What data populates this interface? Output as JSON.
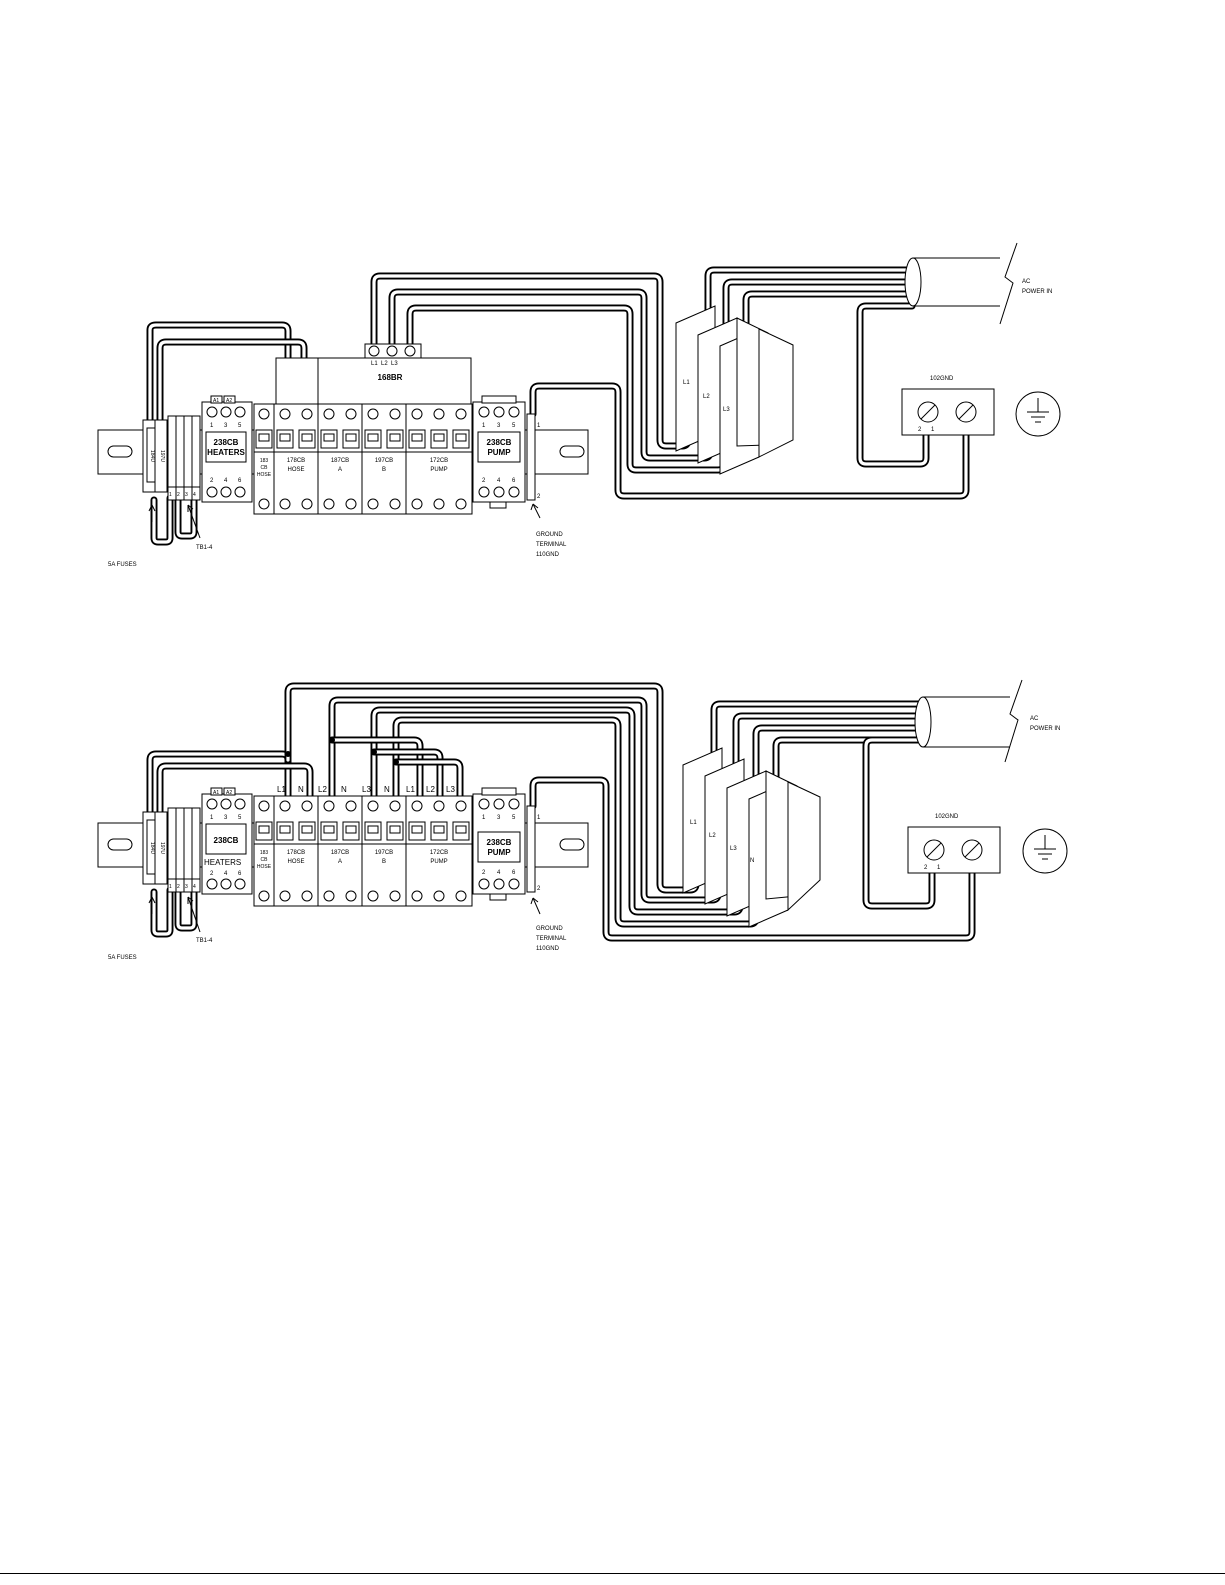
{
  "diagrams": [
    {
      "fuses_label": "5A FUSES",
      "terminal_block_label": "TB1-4",
      "ground_terminal": [
        "GROUND",
        "TERMINAL",
        "110GND"
      ],
      "ground_block_label": "102GND",
      "ac_label": [
        "AC",
        "POWER IN"
      ],
      "breaker_bank_label": "168BR",
      "bank_phase_labels": [
        "L1",
        "L2",
        "L3"
      ],
      "contactor_left": {
        "coil": [
          "A1",
          "A2"
        ],
        "top_terms": [
          "1",
          "3",
          "5"
        ],
        "bottom_terms": [
          "2",
          "4",
          "6"
        ],
        "name": [
          "238CB",
          "HEATERS"
        ]
      },
      "contactor_right": {
        "top_terms": [
          "1",
          "3",
          "5"
        ],
        "bottom_terms": [
          "2",
          "4",
          "6"
        ],
        "name": [
          "238CB",
          "PUMP"
        ]
      },
      "breakers": [
        {
          "name": [
            "183",
            "CB",
            "HOSE"
          ]
        },
        {
          "name": [
            "178CB",
            "HOSE"
          ]
        },
        {
          "name": [
            "187CB",
            "A"
          ]
        },
        {
          "name": [
            "197CB",
            "B"
          ]
        },
        {
          "name": [
            "172CB",
            "PUMP"
          ]
        }
      ],
      "disconnect_phases": [
        "L1",
        "L2",
        "L3"
      ],
      "fuse_holder_labels": [
        "184U",
        "197U"
      ],
      "tb_marks": [
        "1",
        "2",
        "3",
        "4"
      ],
      "rail_terms": [
        "1",
        "2"
      ],
      "ground_block_terms": [
        "2",
        "1"
      ]
    },
    {
      "fuses_label": "5A FUSES",
      "terminal_block_label": "TB1-4",
      "ground_terminal": [
        "GROUND",
        "TERMINAL",
        "110GND"
      ],
      "ground_block_label": "102GND",
      "ac_label": [
        "AC",
        "POWER IN"
      ],
      "wire_top_labels": [
        "L1",
        "N",
        "L2",
        "N",
        "L3",
        "N",
        "L1",
        "L2",
        "L3"
      ],
      "contactor_left": {
        "coil": [
          "A1",
          "A2"
        ],
        "top_terms": [
          "1",
          "3",
          "5"
        ],
        "bottom_terms": [
          "2",
          "4",
          "6"
        ],
        "name": [
          "238CB"
        ],
        "under_name": "HEATERS"
      },
      "contactor_right": {
        "top_terms": [
          "1",
          "3",
          "5"
        ],
        "bottom_terms": [
          "2",
          "4",
          "6"
        ],
        "name": [
          "238CB",
          "PUMP"
        ]
      },
      "breakers": [
        {
          "name": [
            "183",
            "CB",
            "HOSE"
          ]
        },
        {
          "name": [
            "178CB",
            "HOSE"
          ]
        },
        {
          "name": [
            "187CB",
            "A"
          ]
        },
        {
          "name": [
            "197CB",
            "B"
          ]
        },
        {
          "name": [
            "172CB",
            "PUMP"
          ]
        }
      ],
      "disconnect_phases": [
        "L1",
        "L2",
        "L3",
        "N"
      ],
      "fuse_holder_labels": [
        "184U",
        "197U"
      ],
      "tb_marks": [
        "1",
        "2",
        "3",
        "4"
      ],
      "rail_terms": [
        "1",
        "2"
      ],
      "ground_block_terms": [
        "2",
        "1"
      ]
    }
  ]
}
